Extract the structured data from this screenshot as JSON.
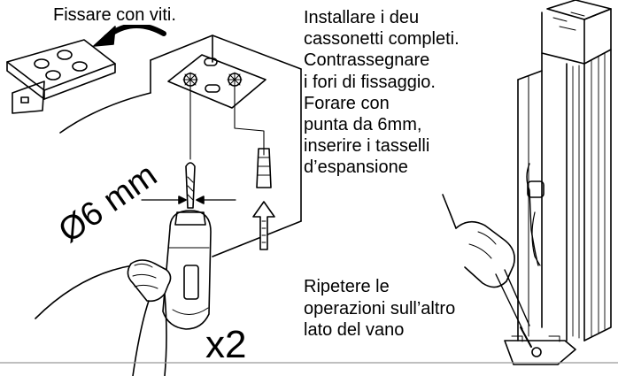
{
  "instructions": {
    "top_caption": "Fissare con viti.",
    "step_text": "Installare i deu\ncassonetti completi.\nContrassegnare\ni fori di fissaggio.\nForare con\npunta da 6mm,\ninserire i tasselli\nd’espansione",
    "repeat_text": "Ripetere le\noperazioni sull’altro\nlato del vano",
    "drill_diameter": "Ø6 mm",
    "multiplier": "x2"
  },
  "colors": {
    "ink": "#000000",
    "background": "#ffffff",
    "rule": "#999999"
  }
}
